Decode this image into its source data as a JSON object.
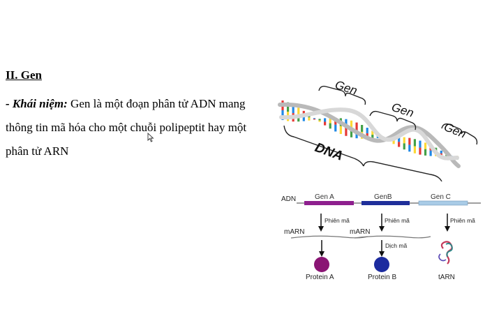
{
  "section": {
    "title": "II. Gen",
    "term_label": "- Khái niệm:",
    "definition": " Gen là một đoạn phân tử ADN mang thông tin mã hóa cho một chuỗi polipeptit hay một phân tử ARN"
  },
  "dna_figure": {
    "gene_labels": [
      "Gen",
      "Gen",
      "Gen"
    ],
    "dna_label": "DNA",
    "base_colors": [
      "#e53935",
      "#43a047",
      "#1e88e5",
      "#fdd835"
    ]
  },
  "gene_diagram": {
    "strand_label": "ADN",
    "genes": [
      {
        "label": "Gen A",
        "color": "#8e1f8e",
        "process": "Phiên mã",
        "product_label": "mARN",
        "second_process": "",
        "final_label": "Protein A",
        "final_color": "#8a1574"
      },
      {
        "label": "GenB",
        "color": "#1f2f9a",
        "process": "Phiên mã",
        "product_label": "mARN",
        "second_process": "Dịch mã",
        "final_label": "Protein B",
        "final_color": "#1c2b9f"
      },
      {
        "label": "Gen C",
        "color": "#a9cbe6",
        "process": "Phiên mã",
        "product_label": "",
        "second_process": "",
        "final_label": "tARN",
        "final_color": "#c43a5a"
      }
    ]
  }
}
